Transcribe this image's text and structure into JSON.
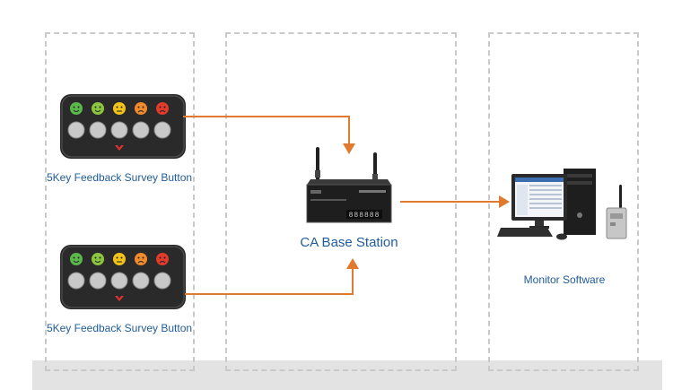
{
  "devices": {
    "button_top": {
      "caption": "5Key Feedback Survey Button"
    },
    "button_bottom": {
      "caption": "5Key Feedback Survey Button"
    },
    "base_station": {
      "caption": "CA Base Station",
      "face_text": "888888"
    },
    "monitor": {
      "caption": "Monitor Software"
    }
  },
  "colors": {
    "arrow": "#e07a2e",
    "caption": "#1f5c99",
    "panel_border": "#c9c9c9",
    "face_green": "#5bb84a",
    "face_lime": "#8cc63f",
    "face_yellow": "#f2c318",
    "face_orange": "#f08a2a",
    "face_red": "#e03c2c"
  },
  "icons": [
    "smile-face-icon",
    "smile-face-icon",
    "neutral-face-icon",
    "sad-face-icon",
    "angry-face-icon"
  ]
}
